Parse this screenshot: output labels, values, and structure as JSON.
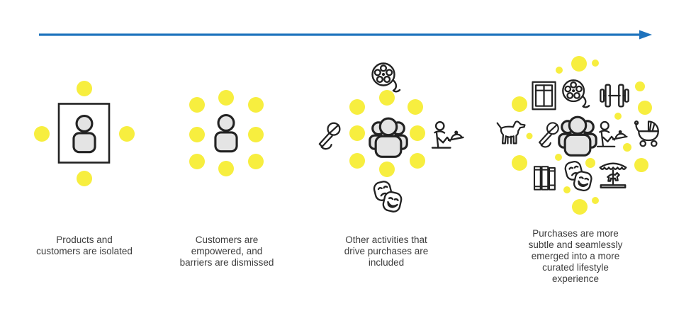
{
  "palette": {
    "arrow": "#1e73bd",
    "dot": "#f7ee3f",
    "stroke": "#222222",
    "person_fill": "#e4e4e4",
    "text": "#3d3d3d"
  },
  "arrow": {
    "direction": "right"
  },
  "stages": [
    {
      "id": "stage-1",
      "caption": "Products and\ncustomers are isolated",
      "icons": [
        "person"
      ],
      "dot_count": 4,
      "has_box": true
    },
    {
      "id": "stage-2",
      "caption": "Customers are\nempowered, and\nbarriers are dismissed",
      "icons": [
        "person"
      ],
      "dot_count": 8,
      "has_box": false
    },
    {
      "id": "stage-3",
      "caption": "Other activities that\ndrive purchases are\nincluded",
      "icons": [
        "film-reel",
        "microphone",
        "people-group",
        "waiter-tray",
        "theater-masks"
      ],
      "dot_count": 8,
      "has_box": false
    },
    {
      "id": "stage-4",
      "caption": "Purchases are more\nsubtle and seamlessly\nemerged into a more\ncurated lifestyle\nexperience",
      "icons": [
        "picture-frame",
        "film-reel",
        "dumbbell",
        "dog",
        "microphone",
        "people-group",
        "waiter-tray",
        "baby-stroller",
        "books",
        "theater-masks",
        "carousel"
      ],
      "dot_count": 16,
      "has_box": false
    }
  ]
}
